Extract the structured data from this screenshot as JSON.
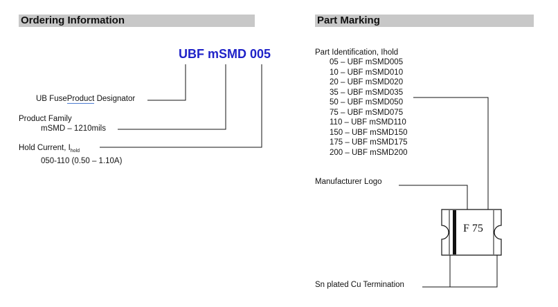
{
  "ordering": {
    "header": "Ordering Information",
    "code": "UBF mSMD 005",
    "designator_prefix": "UB Fuse",
    "designator_underlined": "Product",
    "designator_suffix": " Designator",
    "family_label": "Product Family",
    "family_value": "mSMD – 1210mils",
    "hold_label": "Hold Current, I",
    "hold_sub": "hold",
    "hold_value": "050-110 (0.50 – 1.10A)"
  },
  "marking": {
    "header": "Part Marking",
    "part_id_label": "Part Identification, Ihold",
    "items": [
      "05 – UBF mSMD005",
      "10 – UBF mSMD010",
      "20 – UBF mSMD020",
      "35 – UBF mSMD035",
      "50 – UBF mSMD050",
      "75 – UBF mSMD075",
      "110 – UBF mSMD110",
      "150 – UBF mSMD150",
      "175 – UBF mSMD175",
      "200 – UBF mSMD200"
    ],
    "logo_label": "Manufacturer Logo",
    "chip_text": "F 75",
    "termination_label": "Sn plated Cu Termination"
  }
}
